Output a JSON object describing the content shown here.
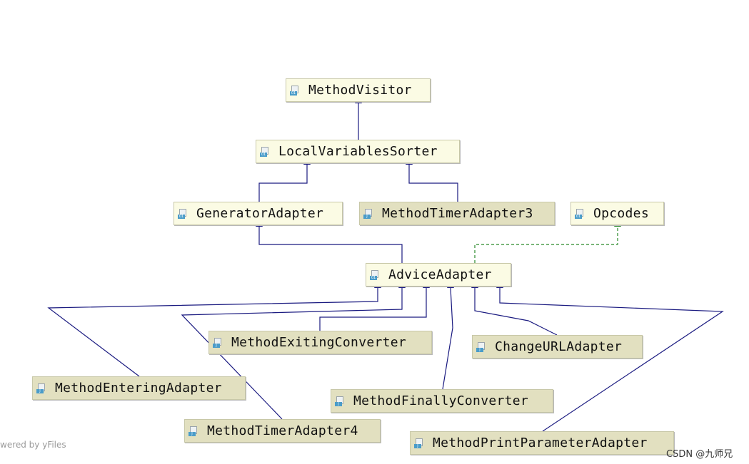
{
  "nodes": [
    {
      "id": "method_visitor",
      "label": "MethodVisitor",
      "kind": "interface"
    },
    {
      "id": "local_variables_sorter",
      "label": "LocalVariablesSorter",
      "kind": "interface"
    },
    {
      "id": "generator_adapter",
      "label": "GeneratorAdapter",
      "kind": "interface"
    },
    {
      "id": "method_timer_adapter3",
      "label": "MethodTimerAdapter3",
      "kind": "class"
    },
    {
      "id": "opcodes",
      "label": "Opcodes",
      "kind": "interface"
    },
    {
      "id": "advice_adapter",
      "label": "AdviceAdapter",
      "kind": "interface"
    },
    {
      "id": "method_exiting_converter",
      "label": "MethodExitingConverter",
      "kind": "class"
    },
    {
      "id": "change_url_adapter",
      "label": "ChangeURLAdapter",
      "kind": "class"
    },
    {
      "id": "method_entering_adapter",
      "label": "MethodEnteringAdapter",
      "kind": "class"
    },
    {
      "id": "method_finally_converter",
      "label": "MethodFinallyConverter",
      "kind": "class"
    },
    {
      "id": "method_timer_adapter4",
      "label": "MethodTimerAdapter4",
      "kind": "class"
    },
    {
      "id": "method_print_parameter_adapter",
      "label": "MethodPrintParameterAdapter",
      "kind": "class"
    }
  ],
  "edges": [
    {
      "from": "local_variables_sorter",
      "to": "method_visitor",
      "type": "extends"
    },
    {
      "from": "generator_adapter",
      "to": "local_variables_sorter",
      "type": "extends"
    },
    {
      "from": "method_timer_adapter3",
      "to": "local_variables_sorter",
      "type": "extends"
    },
    {
      "from": "advice_adapter",
      "to": "generator_adapter",
      "type": "extends"
    },
    {
      "from": "advice_adapter",
      "to": "opcodes",
      "type": "implements"
    },
    {
      "from": "method_entering_adapter",
      "to": "advice_adapter",
      "type": "extends"
    },
    {
      "from": "method_timer_adapter4",
      "to": "advice_adapter",
      "type": "extends"
    },
    {
      "from": "method_exiting_converter",
      "to": "advice_adapter",
      "type": "extends"
    },
    {
      "from": "method_finally_converter",
      "to": "advice_adapter",
      "type": "extends"
    },
    {
      "from": "change_url_adapter",
      "to": "advice_adapter",
      "type": "extends"
    },
    {
      "from": "method_print_parameter_adapter",
      "to": "advice_adapter",
      "type": "extends"
    }
  ],
  "colors": {
    "extends": "#1a1a80",
    "implements": "#2a8a2a",
    "interface_fill": "#fbfbe4",
    "class_fill": "#e2e0c0"
  },
  "footer_text": "wered by yFiles",
  "watermark": "CSDN @九师兄"
}
